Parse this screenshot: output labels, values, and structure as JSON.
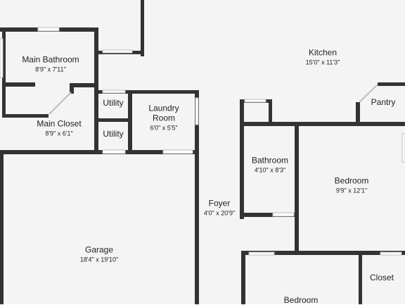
{
  "rooms": {
    "main_bathroom": {
      "name": "Main Bathroom",
      "dims": "8'9\" x 7'11\""
    },
    "main_closet": {
      "name": "Main Closet",
      "dims": "8'9\" x 6'1\""
    },
    "utility_top": {
      "name": "Utility"
    },
    "utility_bottom": {
      "name": "Utility"
    },
    "laundry": {
      "name_line1": "Laundry",
      "name_line2": "Room",
      "dims": "6'0\" x 5'5\""
    },
    "kitchen": {
      "name": "Kitchen",
      "dims": "15'0\" x 11'3\""
    },
    "pantry": {
      "name": "Pantry"
    },
    "bathroom": {
      "name": "Bathroom",
      "dims": "4'10\" x 8'3\""
    },
    "bedroom_right": {
      "name": "Bedroom",
      "dims": "9'9\" x 12'1\""
    },
    "foyer": {
      "name": "Foyer",
      "dims": "4'0\" x 20'9\""
    },
    "garage": {
      "name": "Garage",
      "dims": "18'4\" x 19'10\""
    },
    "closet": {
      "name": "Closet"
    },
    "bedroom_bottom": {
      "name": "Bedroom"
    }
  },
  "colors": {
    "wall": "#333333",
    "floor": "#f4f4f4",
    "window": "#ffffff"
  }
}
